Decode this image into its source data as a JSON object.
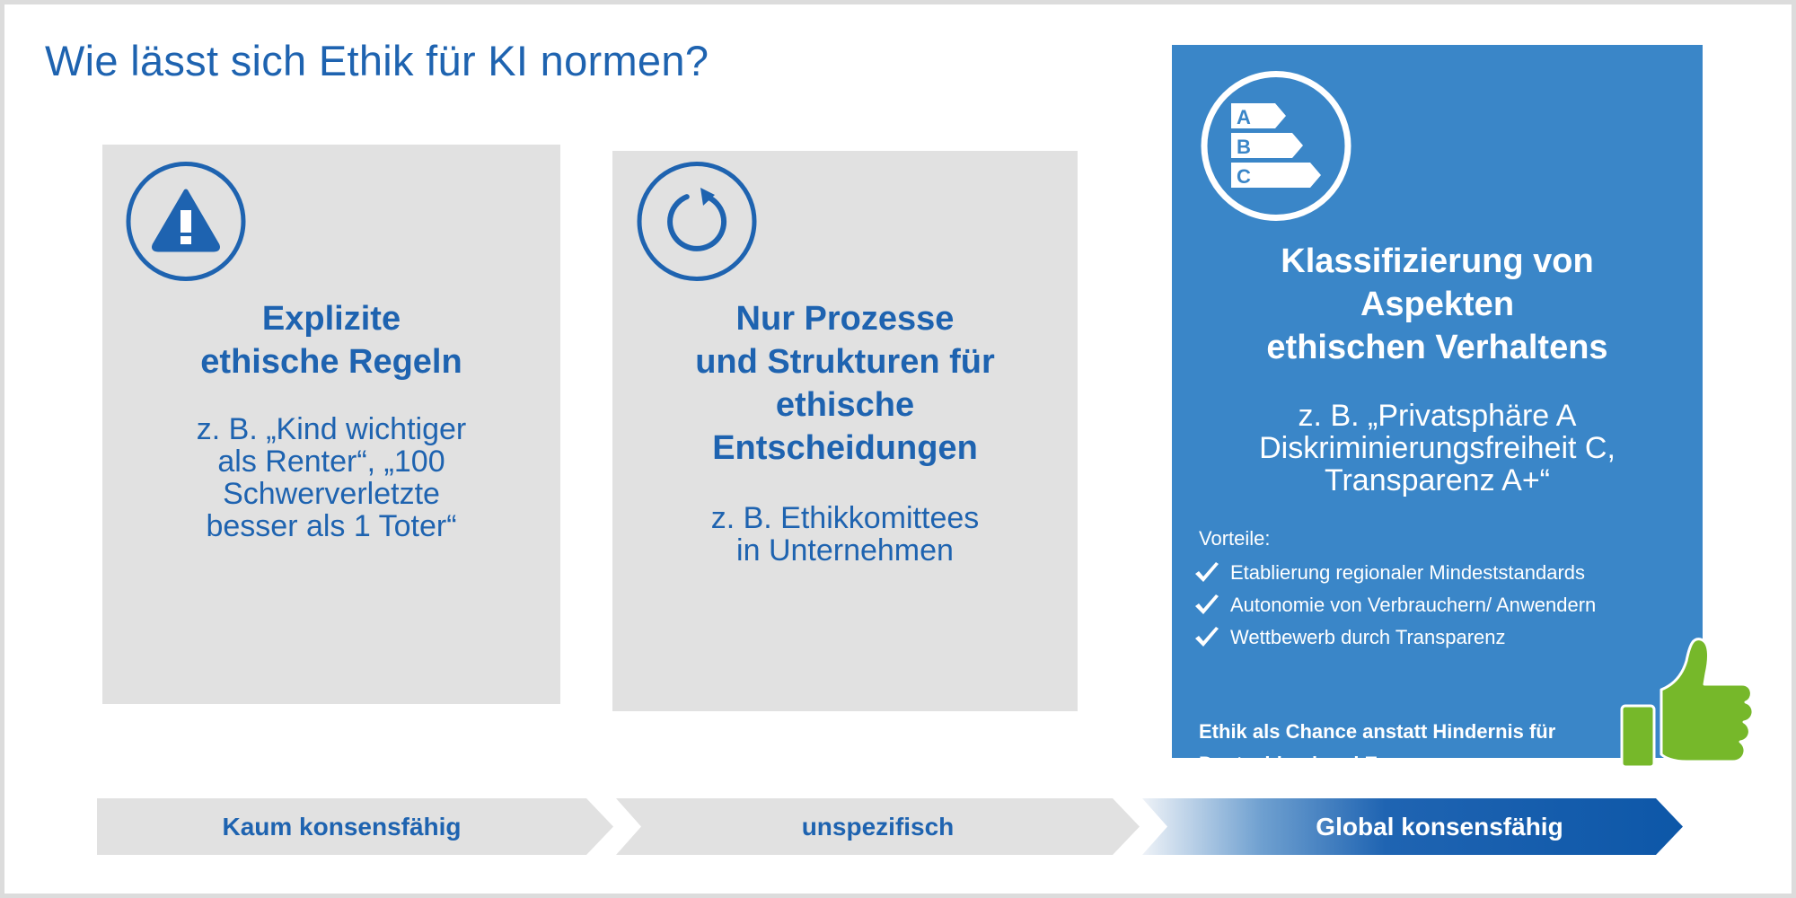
{
  "title": "Wie lässt sich Ethik für KI normen?",
  "colors": {
    "primary_blue": "#1e63b0",
    "panel_grey": "#e1e1e1",
    "highlight_blue": "#3a86c8",
    "thumb_green": "#76b82a"
  },
  "panels": [
    {
      "icon": "warning-triangle-icon",
      "title": "Explizite\nethische Regeln",
      "example": "z. B. „Kind wichtiger\nals Renter“, „100\nSchwerverletzte\nbesser als 1 Toter“"
    },
    {
      "icon": "circular-arrow-icon",
      "title": "Nur Prozesse\nund Strukturen für\nethische\nEntscheidungen",
      "example": "z. B. Ethikkomittees\nin Unternehmen"
    },
    {
      "icon": "energy-rating-icon",
      "rating_labels": [
        "A",
        "B",
        "C"
      ],
      "title": "Klassifizierung von\nAspekten\nethischen Verhaltens",
      "example": "z. B. „Privatsphäre A\nDiskriminierungsfreiheit C,\nTransparenz A+“",
      "advantages_title": "Vorteile:",
      "advantages": [
        "Etablierung regionaler Mindeststandards",
        "Autonomie von Verbrauchern/ Anwendern",
        "Wettbewerb durch Transparenz"
      ],
      "conclusion": "Ethik als Chance anstatt Hindernis für\nDeutschland und Europa"
    }
  ],
  "scale": [
    "Kaum konsensfähig",
    "unspezifisch",
    "Global konsensfähig"
  ]
}
